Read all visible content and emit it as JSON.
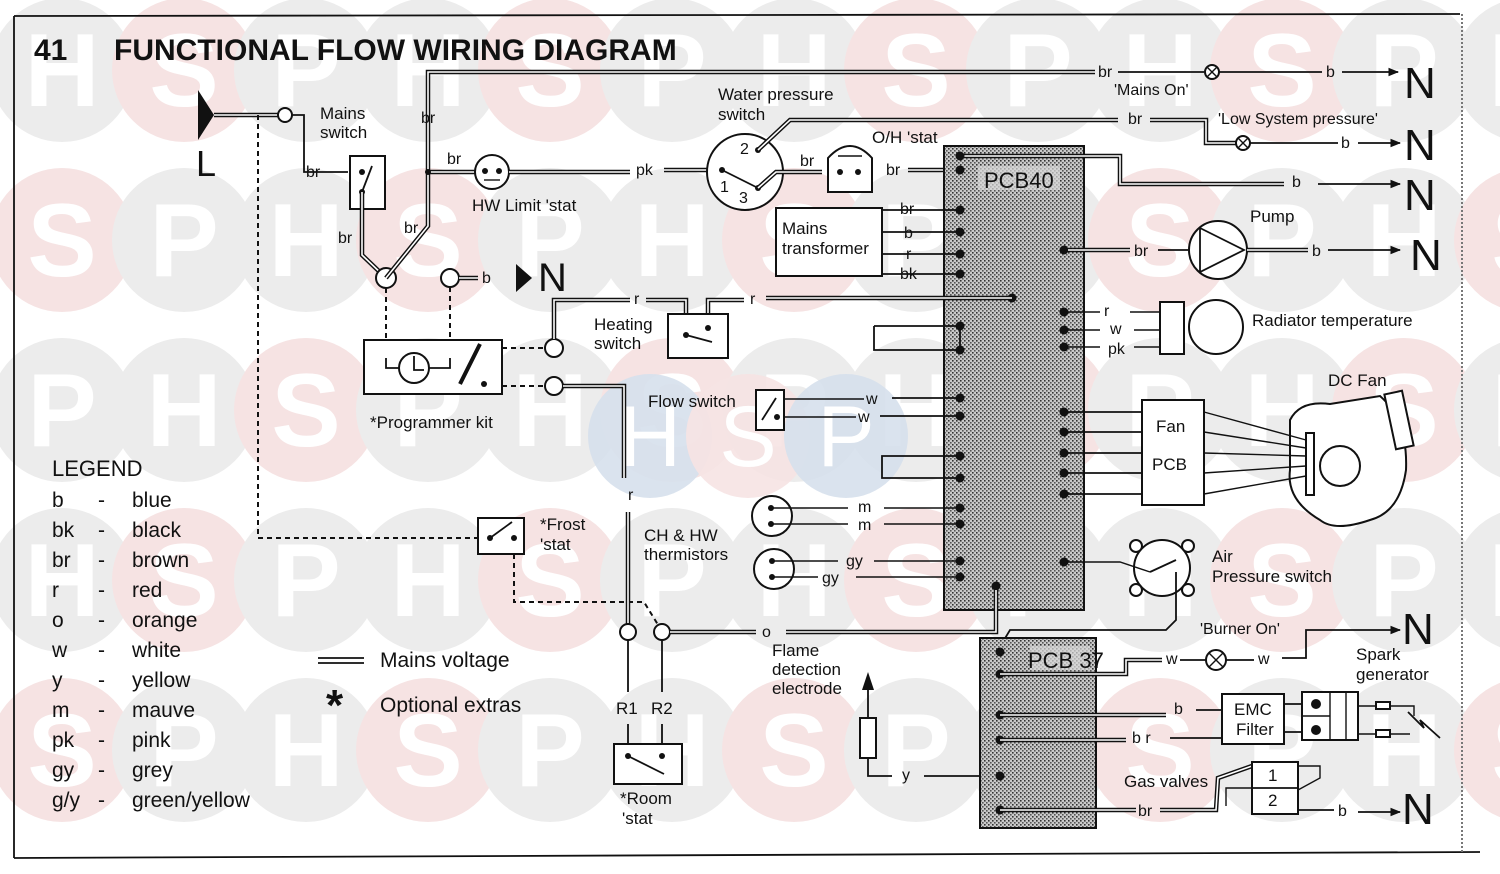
{
  "title": {
    "number": "41",
    "text": "FUNCTIONAL FLOW WIRING DIAGRAM"
  },
  "watermark": {
    "letters": [
      "H",
      "S",
      "P"
    ],
    "colors": {
      "grey": "#ececec",
      "pink": "#f6e3e3",
      "blue": "#d6e0ec"
    }
  },
  "supply": {
    "live_label": "L",
    "neutral_label": "N"
  },
  "components": {
    "mains_switch": "Mains\nswitch",
    "mains_switch_l1": "Mains",
    "mains_switch_l2": "switch",
    "hw_limit_stat": "HW Limit 'stat",
    "water_pressure_switch_l1": "Water pressure",
    "water_pressure_switch_l2": "switch",
    "water_pressure_terminals": [
      "1",
      "2",
      "3"
    ],
    "oh_stat": "O/H 'stat",
    "pcb40": "PCB40",
    "mains_transformer_l1": "Mains",
    "mains_transformer_l2": "transformer",
    "mains_on_lamp": "'Mains On'",
    "low_system_pressure_lamp": "'Low System pressure'",
    "pump": "Pump",
    "heating_switch_l1": "Heating",
    "heating_switch_l2": "switch",
    "programmer_kit": "*Programmer kit",
    "radiator_temperature": "Radiator temperature",
    "flow_switch": "Flow switch",
    "dc_fan": "DC Fan",
    "fan_pcb_l1": "Fan",
    "fan_pcb_l2": "PCB",
    "frost_stat_l1": "*Frost",
    "frost_stat_l2": "'stat",
    "ch_hw_thermistors_l1": "CH & HW",
    "ch_hw_thermistors_l2": "thermistors",
    "air_pressure_switch_l1": "Air",
    "air_pressure_switch_l2": "Pressure switch",
    "burner_on_lamp": "'Burner On'",
    "pcb37": "PCB 37",
    "spark_generator_l1": "Spark",
    "spark_generator_l2": "generator",
    "flame_detection_l1": "Flame",
    "flame_detection_l2": "detection",
    "flame_detection_l3": "electrode",
    "emc_filter_l1": "EMC",
    "emc_filter_l2": "Filter",
    "gas_valves": "Gas valves",
    "gas_valve_numbers": [
      "1",
      "2"
    ],
    "room_stat_l1": "*Room",
    "room_stat_l2": "'stat",
    "room_stat_terminals": [
      "R1",
      "R2"
    ]
  },
  "wire_labels": {
    "br": "br",
    "b": "b",
    "r": "r",
    "bk": "bk",
    "pk": "pk",
    "w": "w",
    "m": "m",
    "gy": "gy",
    "y": "y",
    "o": "o",
    "b_r": "b r"
  },
  "legend": {
    "heading": "LEGEND",
    "items": [
      {
        "code": "b",
        "color": "blue"
      },
      {
        "code": "bk",
        "color": "black"
      },
      {
        "code": "br",
        "color": "brown"
      },
      {
        "code": "r",
        "color": "red"
      },
      {
        "code": "o",
        "color": "orange"
      },
      {
        "code": "w",
        "color": "white"
      },
      {
        "code": "y",
        "color": "yellow"
      },
      {
        "code": "m",
        "color": "mauve"
      },
      {
        "code": "pk",
        "color": "pink"
      },
      {
        "code": "gy",
        "color": "grey"
      },
      {
        "code": "g/y",
        "color": "green/yellow"
      }
    ],
    "separator": "-",
    "mains_voltage": "Mains voltage",
    "optional_symbol": "*",
    "optional_extras": "Optional extras"
  }
}
